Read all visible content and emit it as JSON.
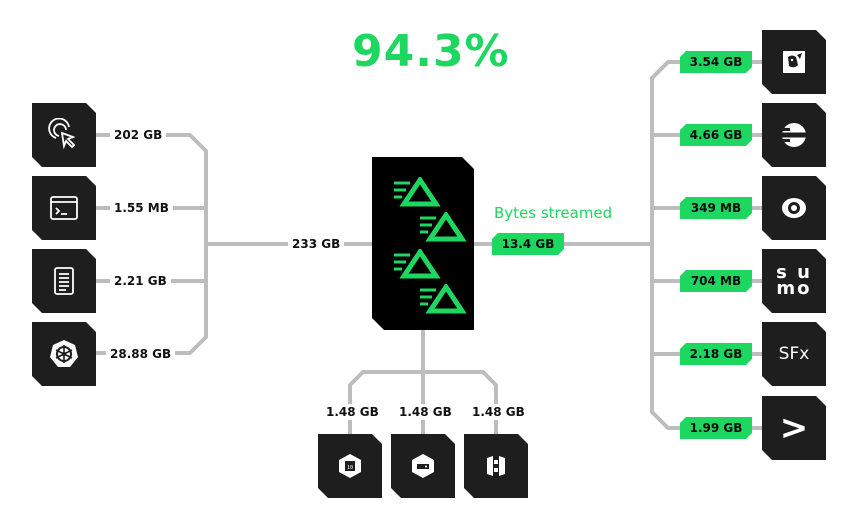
{
  "headline": {
    "percent": "94.3%"
  },
  "hub": {
    "bytes_streamed_label": "Bytes streamed",
    "input_total": "233 GB",
    "output_total": "13.4 GB"
  },
  "sources": [
    {
      "icon": "pointer-click-icon",
      "value": "202 GB"
    },
    {
      "icon": "terminal-window-icon",
      "value": "1.55 MB"
    },
    {
      "icon": "document-icon",
      "value": "2.21 GB"
    },
    {
      "icon": "kubernetes-icon",
      "value": "28.88 GB"
    }
  ],
  "storage": [
    {
      "icon": "blob-storage-icon",
      "value": "1.48 GB"
    },
    {
      "icon": "server-storage-icon",
      "value": "1.48 GB"
    },
    {
      "icon": "bucket-icon",
      "value": "1.48 GB"
    }
  ],
  "destinations": [
    {
      "icon": "datadog-icon",
      "value": "3.54 GB"
    },
    {
      "icon": "elastic-icon",
      "value": "4.66 GB"
    },
    {
      "icon": "eye-icon",
      "value": "349 MB"
    },
    {
      "icon": "sumo-logo",
      "value": "704 MB",
      "text": "s u\nmo"
    },
    {
      "icon": "sfx-logo",
      "value": "2.18 GB",
      "text": "SFx"
    },
    {
      "icon": "chevron-right-icon",
      "value": "1.99 GB",
      "text": ">"
    }
  ],
  "colors": {
    "accent": "#1ed760",
    "tile": "#1e1e1e",
    "wire": "#bdbdbd"
  }
}
